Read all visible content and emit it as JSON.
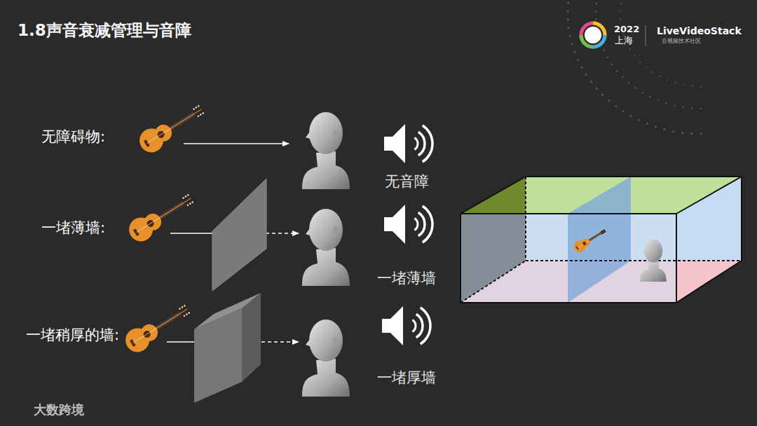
{
  "diagram": {
    "title": "1.8声音衰减管理与音障",
    "labels": [
      "无障碍物:",
      "一堵薄墙:",
      "一堵稍厚的墙:",
      "无音障",
      "一堵薄墙",
      "一堵厚墙",
      "2022",
      "上海",
      "LiveVideoStack",
      "音视频技术社区",
      "大数跨境"
    ]
  }
}
